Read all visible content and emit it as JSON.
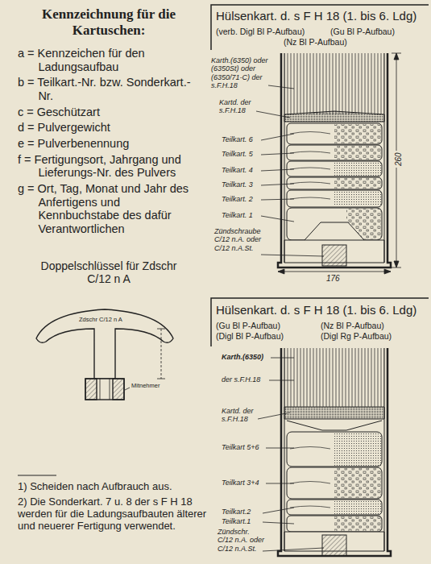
{
  "diagram": {
    "labels": [
      "Kennzeichnung für die Kartuschen:",
      "a = Kennzeichen für den Ladungsaufbau",
      "b = Teilkart.-Nr. bzw. Sonderkart.-Nr.",
      "c = Geschützart",
      "d = Pulvergewicht",
      "e = Pulverbenennung",
      "f = Fertigungsort, Jahrgang und Lieferungs-Nr. des Pulvers",
      "g = Ort, Tag, Monat und Jahr des Anfertigens und Kennbuchstabe des dafür Verantwortlichen",
      "Doppelschlüssel für Zdschr C/12 n A",
      "Zdschr C/12 n A",
      "Mitnehmer",
      "1) Scheiden nach Aufbrauch aus.",
      "2) Die Sonderkart. 7 u. 8 der s F H 18 werden für die Ladungsaufbauten älterer und neuerer Fertigung verwendet.",
      "Hülsenkart. d. s F H 18 (1. bis 6. Ldg)",
      "(verb. Digl Bl P-Aufbau)",
      "(Gu Bl P-Aufbau)",
      "(Nz Bl P-Aufbau)",
      "Karth.(6350) oder (6350St) oder (6350/71-C) der s.F.H.18",
      "Kartd. der s.F.H.18",
      "Teilkart. 6",
      "Teilkart. 5",
      "Teilkart. 4",
      "Teilkart. 3",
      "Teilkart. 2",
      "Teilkart. 1",
      "Zündschraube C/12 n.A. oder C/12 n.A.St.",
      "260",
      "176",
      "Hülsenkart. d. s F H 18 (1. bis 6. Ldg)",
      "(Gu Bl P-Aufbau)",
      "(Nz Bl P-Aufbau)",
      "(Digl Bl P-Aufbau)",
      "(Digl Rg P-Aufbau)",
      "Karth.(6350)",
      "der s.F.H.18",
      "Kartd. der s.F.H.18",
      "Teilkart 5+6",
      "Teilkart 3+4",
      "Teilkart.2",
      "Teilkart.1",
      "Zündschr. C/12 n.A. oder C/12 n.A.St."
    ]
  }
}
